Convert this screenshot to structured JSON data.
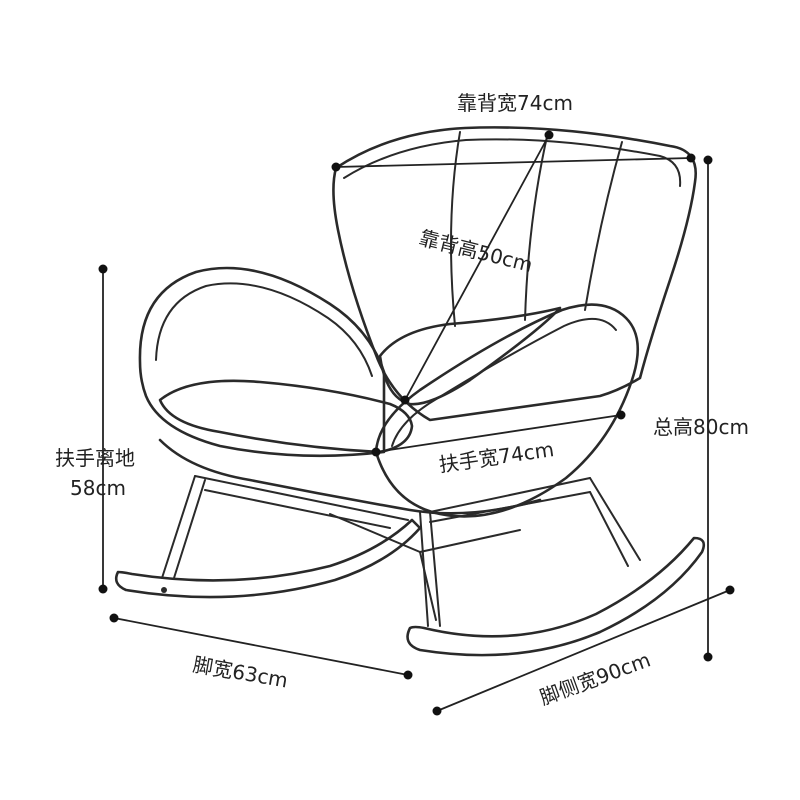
{
  "dimensions": {
    "backrest_width": "靠背宽74cm",
    "backrest_height": "靠背高50cm",
    "armrest_height_line1": "扶手离地",
    "armrest_height_line2": "58cm",
    "total_height": "总高80cm",
    "armrest_width": "扶手宽74cm",
    "base_width": "脚宽63cm",
    "base_side_width": "脚侧宽90cm"
  }
}
